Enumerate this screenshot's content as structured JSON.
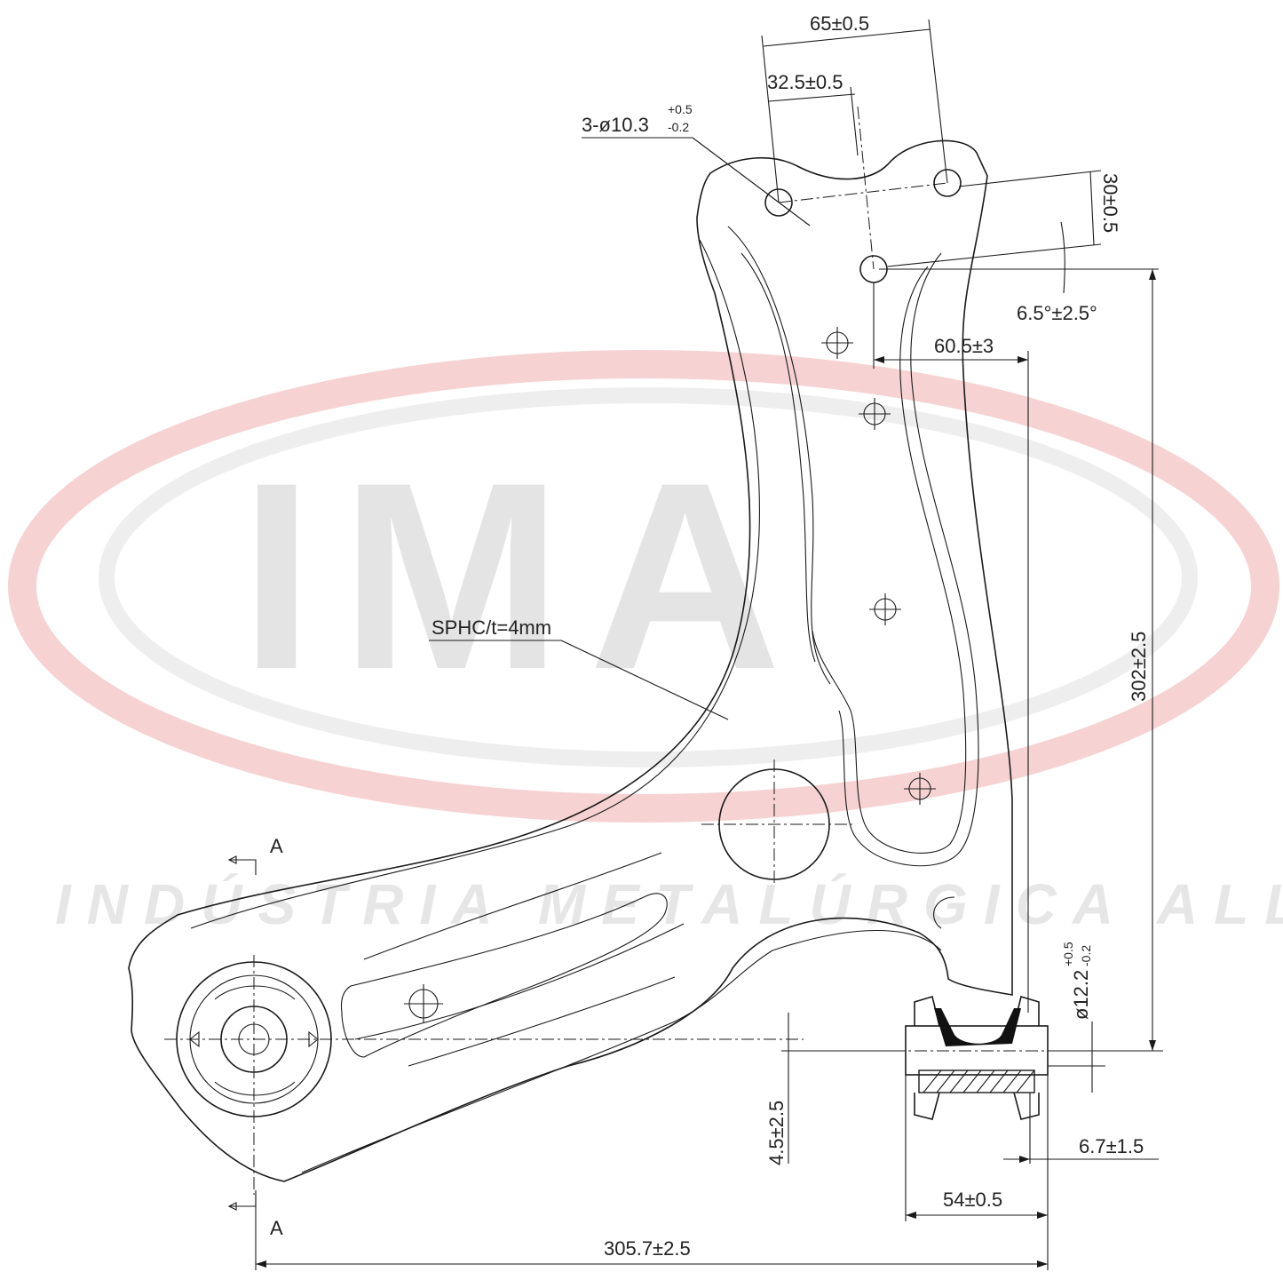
{
  "watermark": {
    "logo_text": "IMA",
    "company": "INDÚSTRIA METALÚRGICA ALLI",
    "ring_color": "#f3c9c9"
  },
  "drawing": {
    "material_note": "SPHC/t=4mm",
    "section_label": "A",
    "dimensions": {
      "hole_pattern_width": "65±0.5",
      "hole_half_spacing": "32.5±0.5",
      "holes": "3-ø10.3",
      "holes_tol_upper": "+0.5",
      "holes_tol_lower": "-0.2",
      "hole_row_offset": "30±0.5",
      "angle": "6.5°±2.5°",
      "bushing_offset": "60.5±3",
      "overall_height": "302±2.5",
      "bushing_bore": "ø12.2",
      "bore_tol_upper": "+0.5",
      "bore_tol_lower": "-0.2",
      "vertical_offset": "4.5±2.5",
      "flange": "6.7±1.5",
      "bushing_width": "54±0.5",
      "overall_length": "305.7±2.5"
    }
  }
}
